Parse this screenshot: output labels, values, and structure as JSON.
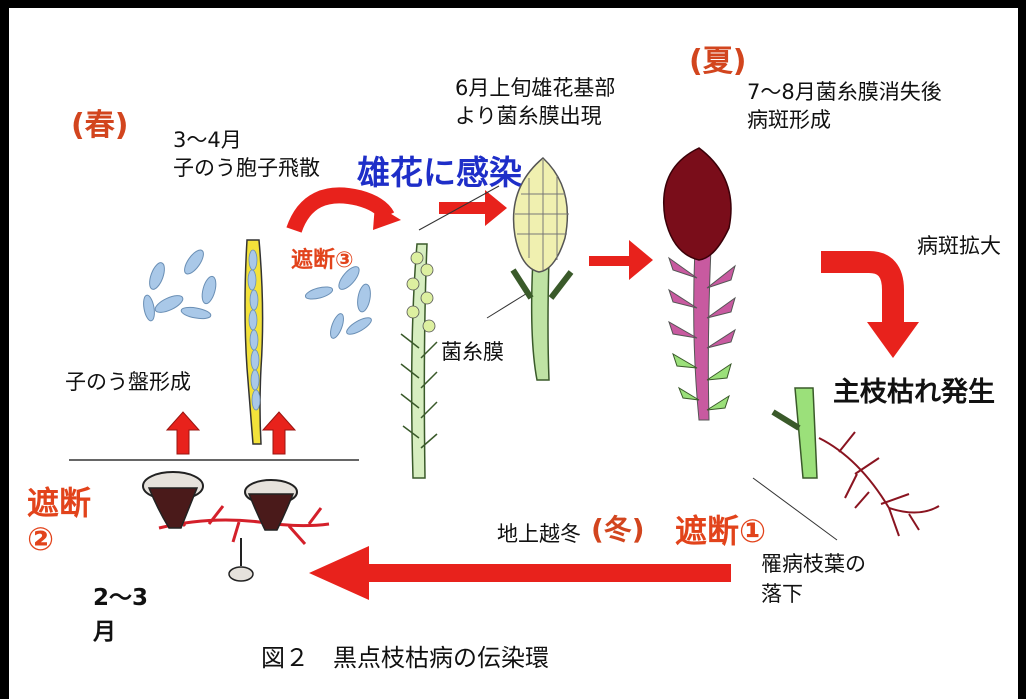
{
  "seasons": {
    "spring": "(春)",
    "summer": "(夏)",
    "winter": "(冬)"
  },
  "labels": {
    "spring_spore": [
      "3～4月",
      "子のう胞子飛散"
    ],
    "infect_male": "雄花に感染",
    "june_line": [
      "6月上旬雄花基部",
      "より菌糸膜出現"
    ],
    "july_line": [
      "7～8月菌糸膜消失後",
      "病斑形成"
    ],
    "lesion_expand": "病斑拡大",
    "main_branch": "主枝枯れ発生",
    "mycelium": "菌糸膜",
    "apothecia": "子のう盤形成",
    "overwinter": "地上越冬",
    "fallen": [
      "罹病枝葉の",
      "落下"
    ],
    "feb_mar": [
      "2～3",
      "月"
    ],
    "caption": "図２　黒点枝枯病の伝染環"
  },
  "cuts": {
    "cut1": "遮断①",
    "cut2": [
      "遮断",
      "②"
    ],
    "cut3": "遮断③"
  },
  "colors": {
    "arrow": "#e8221c",
    "season_text": "#d2451e",
    "infect_text": "#1e2ec8",
    "spore": "#a9c8e8",
    "male_flower": "#f0f0b0",
    "lesion": "#7a0d1a",
    "pink_shoot": "#c85aa0"
  }
}
